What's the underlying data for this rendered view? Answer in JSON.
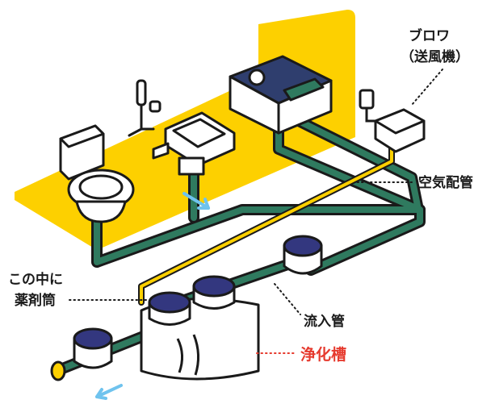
{
  "labels": {
    "blower_line1": "ブロワ",
    "blower_line2": "（送風機）",
    "air_pipe": "空気配管",
    "chemical_line1": "この中に",
    "chemical_line2": "薬剤筒",
    "inflow_pipe": "流入管",
    "septic_tank": "浄化槽"
  },
  "colors": {
    "floor_yellow": "#fdd000",
    "pipe_green": "#2f7a5f",
    "tank_cap_navy": "#33377f",
    "flow_arrow_blue": "#6fc3ee",
    "septic_label_red": "#e63a2e",
    "outline": "#1a1a1a"
  },
  "icons": {
    "toilet": "toilet-icon",
    "shower": "shower-icon",
    "sink": "washbasin-icon",
    "kitchen": "kitchen-sink-icon",
    "blower": "blower-icon",
    "outlet": "power-outlet-icon"
  }
}
